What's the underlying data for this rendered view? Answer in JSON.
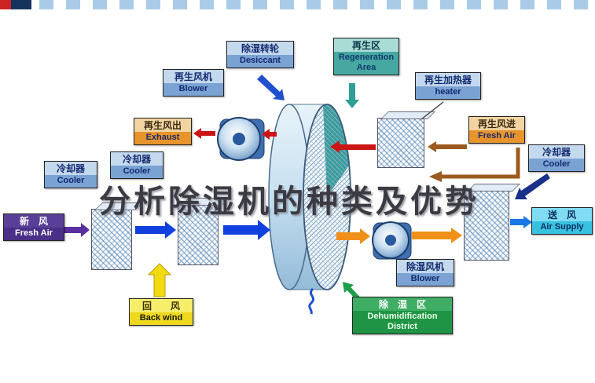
{
  "watermark": "分析除湿机的种类及优势",
  "colors": {
    "process_air_blue": "#1040e0",
    "fresh_air_purple": "#5a2ea0",
    "supply_blue": "#1878e8",
    "dehum_orange": "#f09018",
    "regen_red": "#cc1414",
    "regen_brown": "#9c5a1e",
    "cooling_navy": "#1a2f8a",
    "return_yellow": "#f2da10",
    "regen_teal": "#2f9f96",
    "district_green": "#1f9e48",
    "connector_blue": "#2050d0"
  },
  "nodes": {
    "regen_blower": {
      "zh": "再生风机",
      "en": "Blower"
    },
    "desiccant": {
      "zh": "除湿转轮",
      "en": "Desiccant"
    },
    "regen_area": {
      "zh": "再生区",
      "en": "Regeneration Area"
    },
    "heater": {
      "zh": "再生加热器",
      "en": "heater"
    },
    "exhaust": {
      "zh": "再生风出",
      "en": "Exhaust"
    },
    "regen_fresh_air": {
      "zh": "再生风进",
      "en": "Fresh Air"
    },
    "cooler_left_outer": {
      "zh": "冷却器",
      "en": "Cooler"
    },
    "cooler_left_inner": {
      "zh": "冷却器",
      "en": "Cooler"
    },
    "cooler_right": {
      "zh": "冷却器",
      "en": "Cooler"
    },
    "fresh_air": {
      "zh": "新　风",
      "en": "Fresh Air"
    },
    "air_supply": {
      "zh": "送　风",
      "en": "Air Supply"
    },
    "back_wind": {
      "zh": "回　　风",
      "en": "Back wind"
    },
    "dehum_blower": {
      "zh": "除湿风机",
      "en": "Blower"
    },
    "dehum_district": {
      "zh": "除　湿　区",
      "en": "Dehumidification District"
    }
  }
}
